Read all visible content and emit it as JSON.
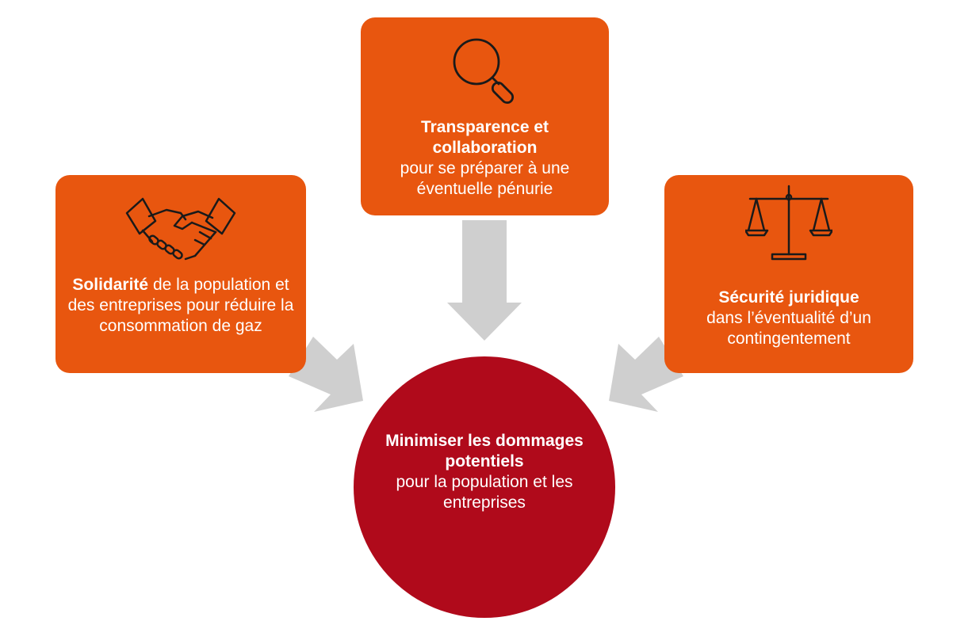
{
  "colors": {
    "box": "#e8560f",
    "circle": "#b00a1b",
    "arrow": "#cfcfcf",
    "text": "#ffffff",
    "icon": "#1a1a1a"
  },
  "boxes": {
    "left": {
      "icon": "handshake-icon",
      "title": "Solidarité",
      "text": " de la population et des entreprises pour réduire la consommation de gaz"
    },
    "top": {
      "icon": "magnifier-icon",
      "title": "Transparence et collaboration",
      "text": "pour se préparer à une éventuelle pénurie"
    },
    "right": {
      "icon": "scales-icon",
      "title": "Sécurité juridique",
      "text": "dans l’éventualité d’un contingentement"
    }
  },
  "center": {
    "title": "Minimiser les dommages potentiels",
    "text": "pour la population et les entreprises"
  }
}
